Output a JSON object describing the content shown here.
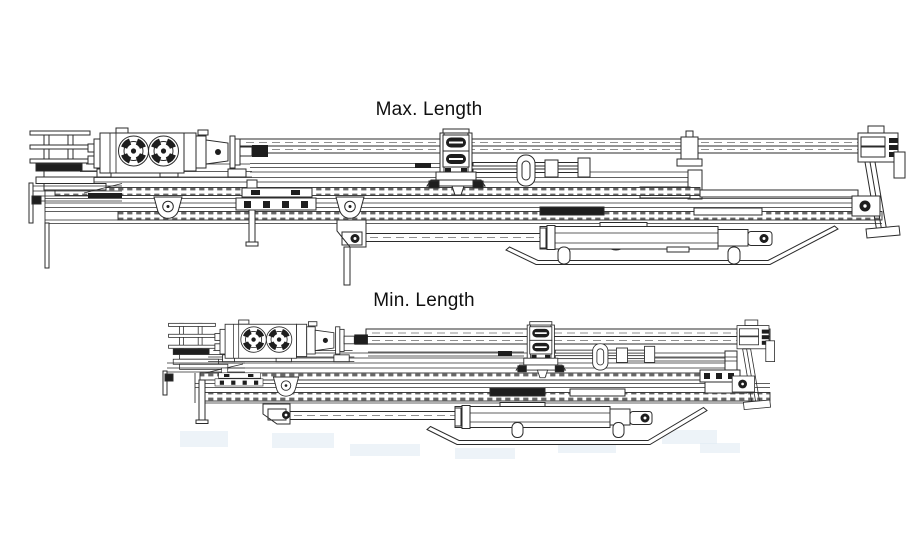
{
  "page": {
    "kind": "technical line drawing, two side views of a telescopic rock-drill feed"
  },
  "figure": {
    "views": [
      {
        "id": "max",
        "label": "Max. Length"
      },
      {
        "id": "min",
        "label": "Min. Length"
      }
    ],
    "colors": {
      "background": "#ffffff",
      "line": "#2b2b2b",
      "dark_fill": "#1e1e1e",
      "rail_dot": "#686868",
      "dash": "#909090",
      "label_text": "#101010",
      "ghost_highlight": "#dfe9f2"
    }
  }
}
